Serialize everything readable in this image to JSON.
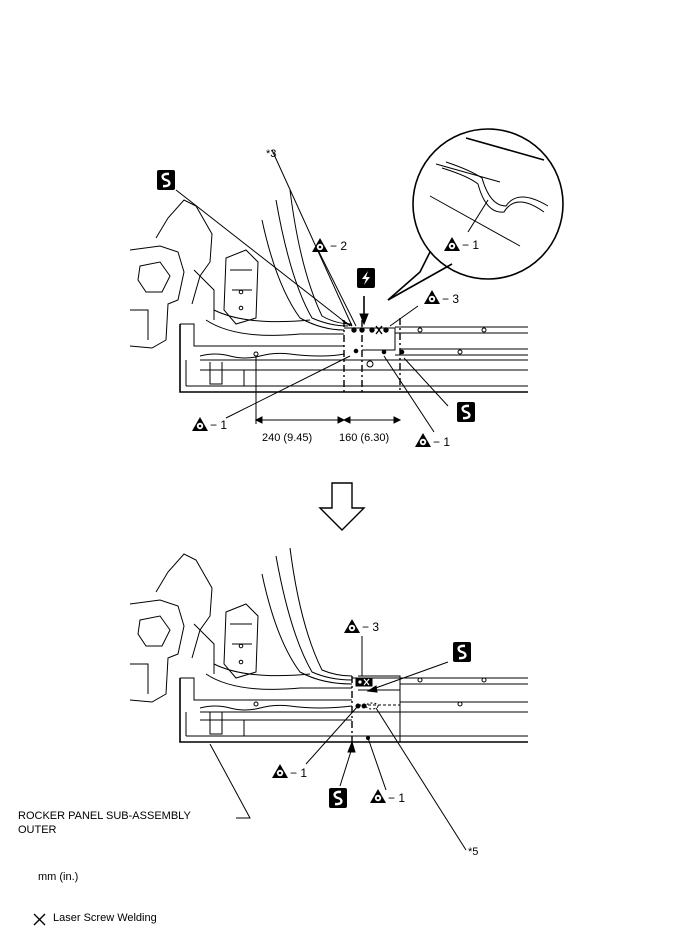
{
  "callouts": {
    "ref_star3": "*3",
    "ref_star5": "*5",
    "weld_1": "− 1",
    "weld_2": "− 2",
    "weld_3": "− 3"
  },
  "dimensions": {
    "dim_a": "240 (9.45)",
    "dim_b": "160 (6.30)"
  },
  "part_label": {
    "line1": "ROCKER PANEL SUB-ASSEMBLY",
    "line2": "OUTER"
  },
  "legend": {
    "units": "mm (in.)",
    "laser_screw_welding": "Laser Screw Welding"
  },
  "colors": {
    "line": "#000000",
    "background": "#ffffff"
  },
  "icons": {
    "cut_symbol": "s-shaped-cut-icon",
    "lightning_symbol": "lightning-icon",
    "weld_symbol": "triangle-spot-weld-icon",
    "laser_weld_mark": "x-mark-icon"
  }
}
